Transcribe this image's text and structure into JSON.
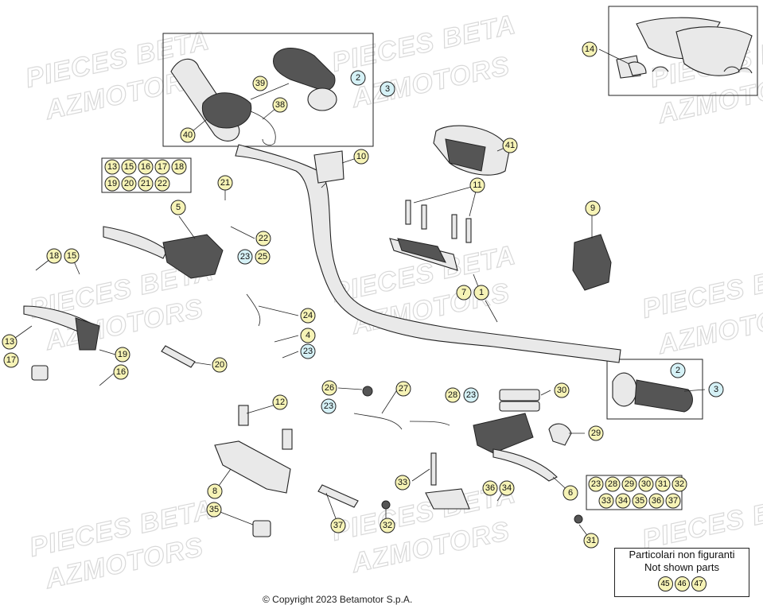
{
  "watermark": {
    "line1": "PIECES BETA",
    "line2": "AZMOTORS"
  },
  "callouts": [
    {
      "label": "1",
      "style": "yellow"
    },
    {
      "label": "2",
      "style": "cyan"
    },
    {
      "label": "3",
      "style": "cyan"
    },
    {
      "label": "4",
      "style": "yellow"
    },
    {
      "label": "5",
      "style": "yellow"
    },
    {
      "label": "6",
      "style": "yellow"
    },
    {
      "label": "7",
      "style": "yellow"
    },
    {
      "label": "8",
      "style": "yellow"
    },
    {
      "label": "9",
      "style": "yellow"
    },
    {
      "label": "10",
      "style": "yellow"
    },
    {
      "label": "11",
      "style": "yellow"
    },
    {
      "label": "12",
      "style": "yellow"
    },
    {
      "label": "13",
      "style": "yellow"
    },
    {
      "label": "14",
      "style": "yellow"
    },
    {
      "label": "15",
      "style": "yellow"
    },
    {
      "label": "16",
      "style": "yellow"
    },
    {
      "label": "17",
      "style": "yellow"
    },
    {
      "label": "18",
      "style": "yellow"
    },
    {
      "label": "19",
      "style": "yellow"
    },
    {
      "label": "20",
      "style": "yellow"
    },
    {
      "label": "21",
      "style": "yellow"
    },
    {
      "label": "22",
      "style": "yellow"
    },
    {
      "label": "23",
      "style": "cyan"
    },
    {
      "label": "24",
      "style": "yellow"
    },
    {
      "label": "25",
      "style": "yellow"
    },
    {
      "label": "26",
      "style": "yellow"
    },
    {
      "label": "27",
      "style": "yellow"
    },
    {
      "label": "28",
      "style": "yellow"
    },
    {
      "label": "29",
      "style": "yellow"
    },
    {
      "label": "30",
      "style": "yellow"
    },
    {
      "label": "31",
      "style": "yellow"
    },
    {
      "label": "32",
      "style": "yellow"
    },
    {
      "label": "33",
      "style": "yellow"
    },
    {
      "label": "34",
      "style": "yellow"
    },
    {
      "label": "35",
      "style": "yellow"
    },
    {
      "label": "36",
      "style": "yellow"
    },
    {
      "label": "37",
      "style": "yellow"
    },
    {
      "label": "38",
      "style": "yellow"
    },
    {
      "label": "39",
      "style": "yellow"
    },
    {
      "label": "40",
      "style": "yellow"
    },
    {
      "label": "41",
      "style": "yellow"
    }
  ],
  "group_lever_left": [
    "13",
    "15",
    "16",
    "17",
    "18",
    "19",
    "20",
    "21",
    "22"
  ],
  "group_master_right": [
    "23",
    "28",
    "29",
    "30",
    "31",
    "32",
    "33",
    "34",
    "35",
    "36",
    "37"
  ],
  "not_shown": {
    "title_it": "Particolari non figuranti",
    "title_en": "Not shown parts",
    "parts": [
      "45",
      "46",
      "47"
    ]
  },
  "copyright": "© Copyright 2023 Betamotor S.p.A."
}
